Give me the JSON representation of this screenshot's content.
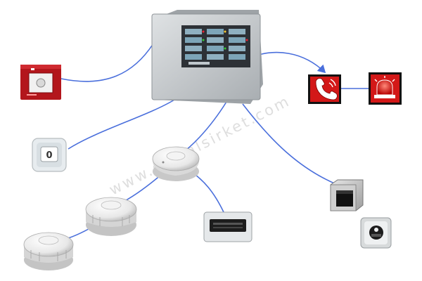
{
  "watermark": "www.somalsirket.com",
  "call_point_key": "0",
  "colors": {
    "wire": "#4a6fdc",
    "alarm_red": "#d31818",
    "panel_grey": "#c5c9cc",
    "display_blue": "#7da5b8"
  },
  "devices": [
    {
      "name": "fire-alarm-control-panel",
      "icon": "control-panel-icon"
    },
    {
      "name": "manual-call-point",
      "icon": "red-break-glass-icon"
    },
    {
      "name": "key-switch",
      "icon": "key-button-icon"
    },
    {
      "name": "smoke-detector",
      "icon": "smoke-detector-icon"
    },
    {
      "name": "telephone-dialer",
      "icon": "telephone-icon"
    },
    {
      "name": "alarm-beacon",
      "icon": "beacon-light-icon"
    },
    {
      "name": "repeater-display",
      "icon": "display-panel-icon"
    },
    {
      "name": "flame-detector",
      "icon": "flame-detector-icon"
    },
    {
      "name": "beam-detector",
      "icon": "beam-detector-icon"
    }
  ]
}
